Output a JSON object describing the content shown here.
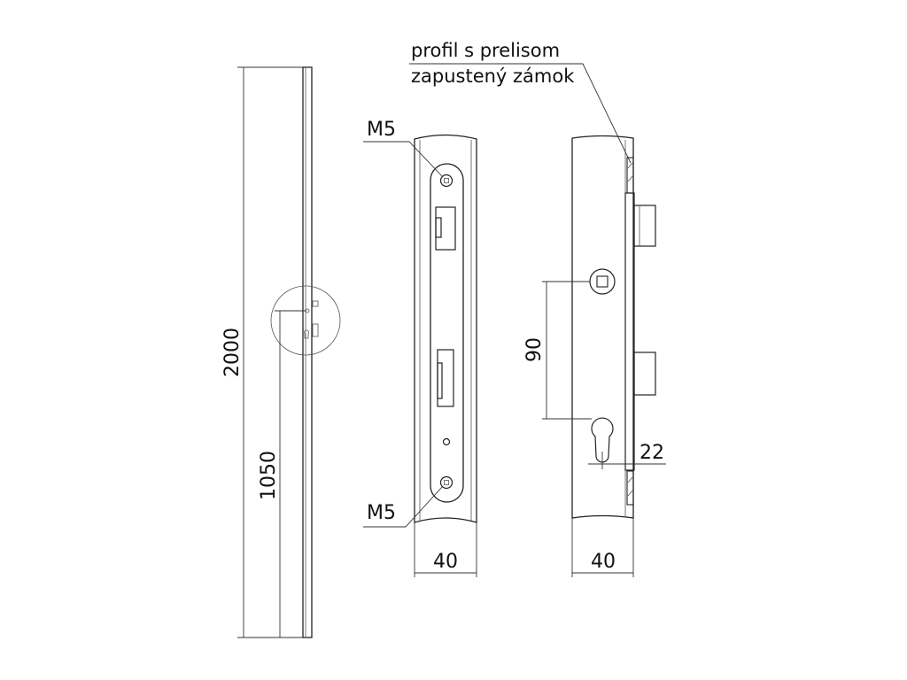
{
  "labels": {
    "dim_total_height": "2000",
    "dim_lock_height": "1050",
    "dim_screw_spacing": "90",
    "dim_backset": "22",
    "dim_front_width": "40",
    "dim_side_width": "40",
    "screw_top": "M5",
    "screw_bottom": "M5",
    "profile_line1": "profil s prelisom",
    "profile_line2": "zapustený zámok"
  },
  "colors": {
    "line": "#222222",
    "background": "#ffffff"
  }
}
